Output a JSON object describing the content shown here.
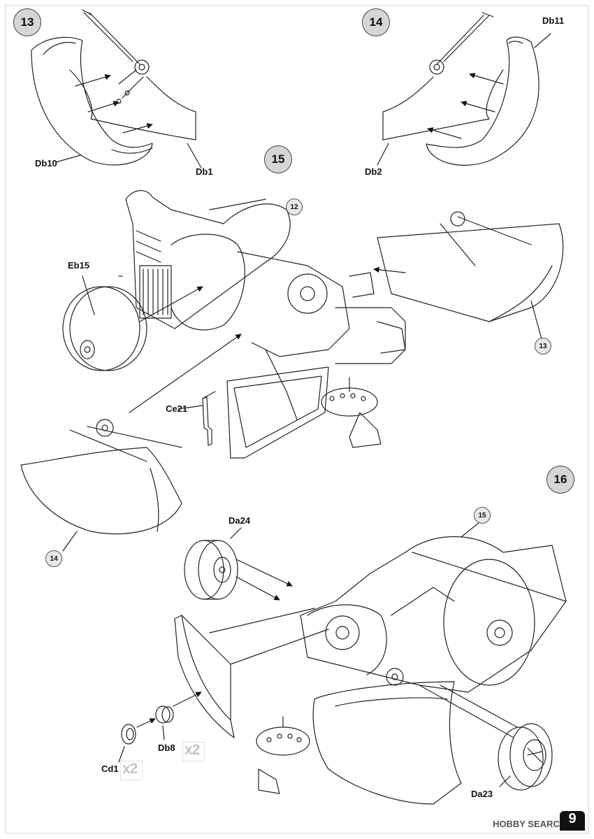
{
  "steps": {
    "s13": "13",
    "s14": "14",
    "s15": "15",
    "s16": "16"
  },
  "labels": {
    "db10": "Db10",
    "db1": "Db1",
    "db11": "Db11",
    "db2": "Db2",
    "eb15": "Eb15",
    "ce21": "Ce21",
    "da24": "Da24",
    "db8": "Db8",
    "cd1": "Cd1",
    "da23": "Da23"
  },
  "callouts": {
    "c12": "12",
    "c13": "13",
    "c14": "14",
    "c15": "15"
  },
  "multipliers": {
    "db8": "x2",
    "cd1": "x2"
  },
  "watermark": "HOBBY SEARCH",
  "page_number": "9"
}
